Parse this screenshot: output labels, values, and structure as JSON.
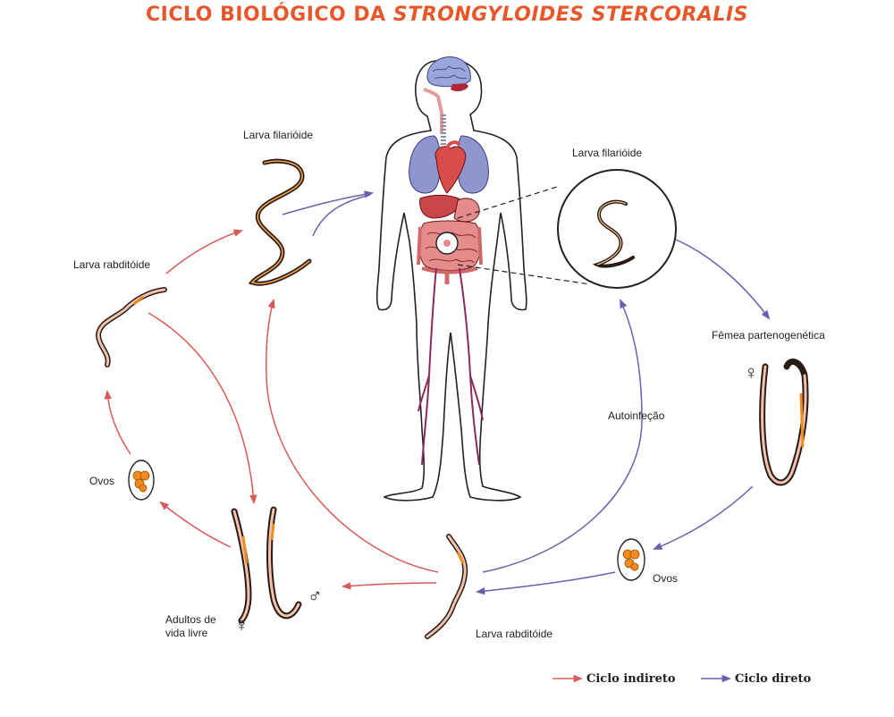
{
  "title": {
    "main": "CICLO BIOLÓGICO DA ",
    "species": "STRONGYLOIDES STERCORALIS"
  },
  "labels": {
    "larva_filarioide_top": "Larva filarióide",
    "larva_filarioide_right": "Larva filarióide",
    "larva_rabditoide_left": "Larva rabditóide",
    "femea": "Fêmea partenogenética",
    "autoinfecao": "Autoinfeção",
    "ovos_left": "Ovos",
    "ovos_right": "Ovos",
    "adultos": "Adultos de\nvida livre",
    "larva_rabditoide_bottom": "Larva rabditóide"
  },
  "symbols": {
    "female": "♀",
    "male": "♂"
  },
  "legend": {
    "indirect": "Ciclo indireto",
    "direct": "Ciclo direto"
  },
  "colors": {
    "title": "#e8572a",
    "indirect": "#d85a5a",
    "direct": "#6b5fb0",
    "skin": "#ffffff",
    "lungs": "#8f95cf",
    "heart": "#d94c4c",
    "brain": "#9aa5dc",
    "intestine": "#e48b8b",
    "egg": "#f08c1e",
    "worm": "#2a1c14"
  }
}
